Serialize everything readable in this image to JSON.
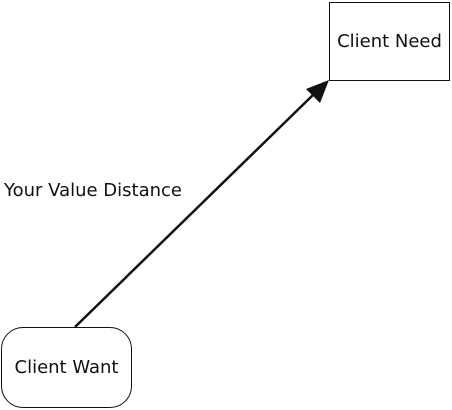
{
  "diagram": {
    "nodes": {
      "need": {
        "label": "Client Need",
        "shape": "rectangle"
      },
      "want": {
        "label": "Client Want",
        "shape": "rounded-rectangle"
      }
    },
    "edge": {
      "from": "want",
      "to": "need",
      "label": "Your Value Distance",
      "arrowhead": "filled-triangle"
    },
    "colors": {
      "stroke": "#111111",
      "background": "#ffffff",
      "text": "#111111"
    }
  }
}
